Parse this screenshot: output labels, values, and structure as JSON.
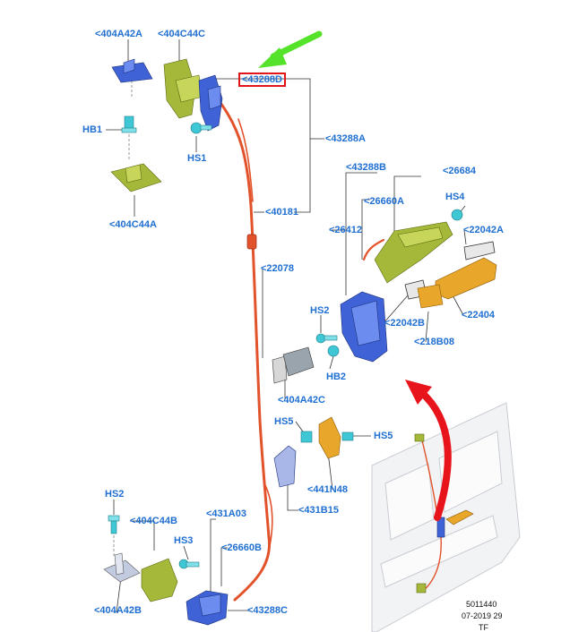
{
  "labels": {
    "p404A42A": "<404A42A",
    "p404C44C": "<404C44C",
    "p43288D": "<43288D",
    "pHB1": "HB1",
    "pHS1": "HS1",
    "p43288A": "<43288A",
    "p404C44A": "<404C44A",
    "p40181": "<40181",
    "p43288B": "<43288B",
    "p26684": "<26684",
    "pHS4": "HS4",
    "p26660A": "<26660A",
    "p26412": "<26412",
    "p22042A": "<22042A",
    "p22078": "<22078",
    "pHS2a": "HS2",
    "p22042B": "<22042B",
    "p22404": "<22404",
    "p218B08": "<218B08",
    "pHB2": "HB2",
    "p404A42C": "<404A42C",
    "pHS5a": "HS5",
    "pHS5b": "HS5",
    "p441N48": "<441N48",
    "p431B15": "<431B15",
    "pHS2b": "HS2",
    "p404C44B": "<404C44B",
    "p431A03": "<431A03",
    "pHS3": "HS3",
    "p26660B": "<26660B",
    "p404A42B": "<404A42B",
    "p43288C": "<43288C"
  },
  "footer": {
    "number": "5011440",
    "date": "07-2019 29",
    "code": "TF"
  },
  "colors": {
    "label": "#1f6fd1",
    "highlight": "#e0161a",
    "cable": "#e2522b",
    "blue_part": "#3f63d6",
    "green_part": "#a6b83a",
    "orange_part": "#e8a62a",
    "cyan_part": "#3fc7d6",
    "gray_part": "#9aa4ad",
    "green_arrow": "#55e22b",
    "red_arrow": "#e8141b"
  }
}
